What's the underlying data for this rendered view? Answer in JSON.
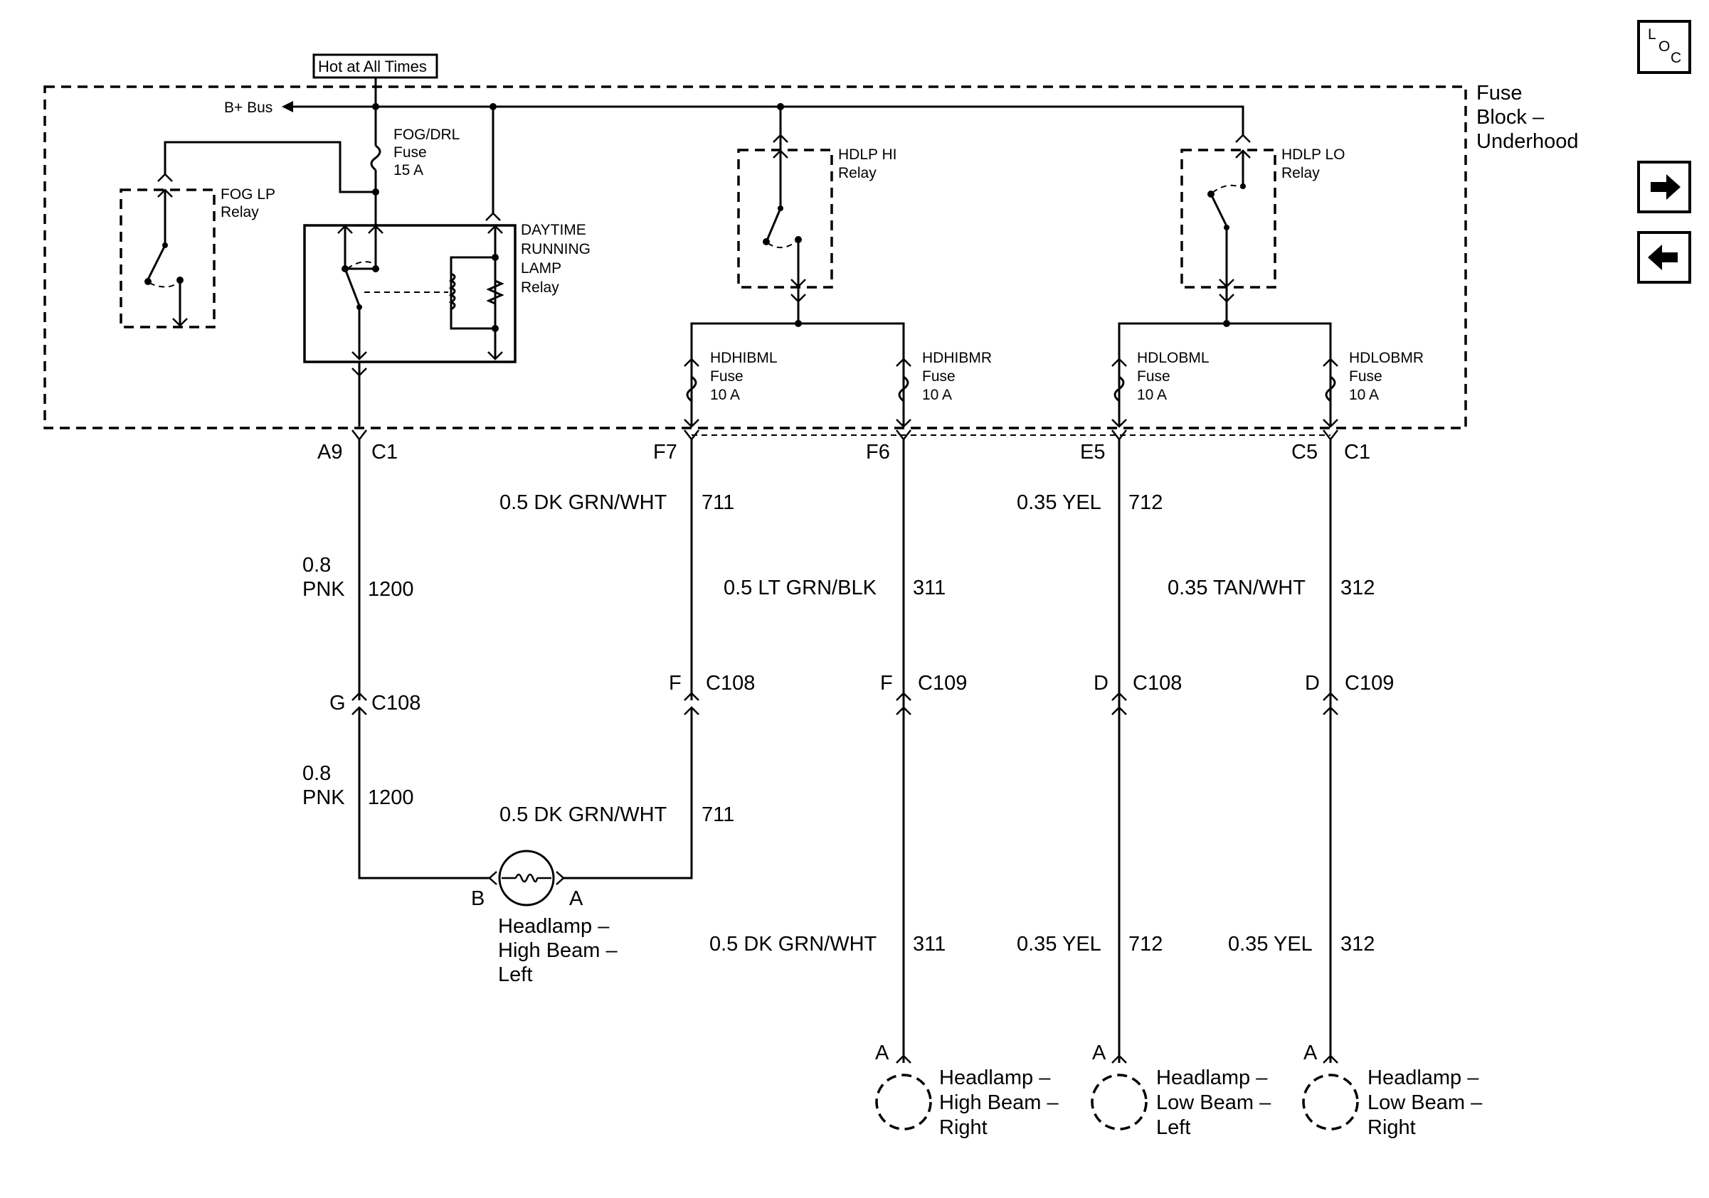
{
  "header": {
    "hot_label": "Hot at All Times"
  },
  "fuse_block": {
    "title_line1": "Fuse",
    "title_line2": "Block –",
    "title_line3": "Underhood"
  },
  "bus": {
    "label": "B+ Bus"
  },
  "fog_drl_fuse": {
    "name": "FOG/DRL",
    "type": "Fuse",
    "rating": "15 A"
  },
  "fog_lp_relay": {
    "name": "FOG LP",
    "type": "Relay"
  },
  "drl_relay": {
    "line1": "DAYTIME",
    "line2": "RUNNING",
    "line3": "LAMP",
    "line4": "Relay"
  },
  "hdlp_hi_relay": {
    "name": "HDLP HI",
    "type": "Relay"
  },
  "hdlp_lo_relay": {
    "name": "HDLP LO",
    "type": "Relay"
  },
  "fuses": {
    "hdhibml": {
      "name": "HDHIBML",
      "type": "Fuse",
      "rating": "10 A"
    },
    "hdhibmr": {
      "name": "HDHIBMR",
      "type": "Fuse",
      "rating": "10 A"
    },
    "hdlobml": {
      "name": "HDLOBML",
      "type": "Fuse",
      "rating": "10 A"
    },
    "hdlobmr": {
      "name": "HDLOBMR",
      "type": "Fuse",
      "rating": "10 A"
    }
  },
  "terminals": {
    "a9": "A9",
    "c1_left": "C1",
    "f7": "F7",
    "f6": "F6",
    "e5": "E5",
    "c5": "C5",
    "c1_right": "C1"
  },
  "wires": {
    "pnk_upper": {
      "size": "0.8",
      "color": "PNK",
      "circuit": "1200"
    },
    "pnk_lower": {
      "size": "0.8",
      "color": "PNK",
      "circuit": "1200"
    },
    "w711_upper": {
      "spec": "0.5 DK GRN/WHT",
      "circuit": "711"
    },
    "w711_lower": {
      "spec": "0.5 DK GRN/WHT",
      "circuit": "711"
    },
    "w311_upper": {
      "spec": "0.5 LT GRN/BLK",
      "circuit": "311"
    },
    "w311_lower": {
      "spec": "0.5 DK GRN/WHT",
      "circuit": "311"
    },
    "w712_upper": {
      "spec": "0.35 YEL",
      "circuit": "712"
    },
    "w712_lower": {
      "spec": "0.35 YEL",
      "circuit": "712"
    },
    "w312_upper": {
      "spec": "0.35 TAN/WHT",
      "circuit": "312"
    },
    "w312_lower": {
      "spec": "0.35 YEL",
      "circuit": "312"
    }
  },
  "connectors": {
    "g_c108": {
      "pin": "G",
      "name": "C108"
    },
    "f_c108": {
      "pin": "F",
      "name": "C108"
    },
    "f_c109": {
      "pin": "F",
      "name": "C109"
    },
    "d_c108": {
      "pin": "D",
      "name": "C108"
    },
    "d_c109": {
      "pin": "D",
      "name": "C109"
    }
  },
  "lamps": {
    "high_left": {
      "pin_b": "B",
      "pin_a": "A",
      "line1": "Headlamp –",
      "line2": "High Beam –",
      "line3": "Left"
    },
    "high_right": {
      "pin_a": "A",
      "line1": "Headlamp –",
      "line2": "High Beam –",
      "line3": "Right"
    },
    "low_left": {
      "pin_a": "A",
      "line1": "Headlamp –",
      "line2": "Low Beam –",
      "line3": "Left"
    },
    "low_right": {
      "pin_a": "A",
      "line1": "Headlamp –",
      "line2": "Low Beam –",
      "line3": "Right"
    }
  },
  "nav": {
    "loc_l": "L",
    "loc_o": "O",
    "loc_c": "C",
    "next_icon": "arrow-right-icon",
    "prev_icon": "arrow-left-icon"
  }
}
